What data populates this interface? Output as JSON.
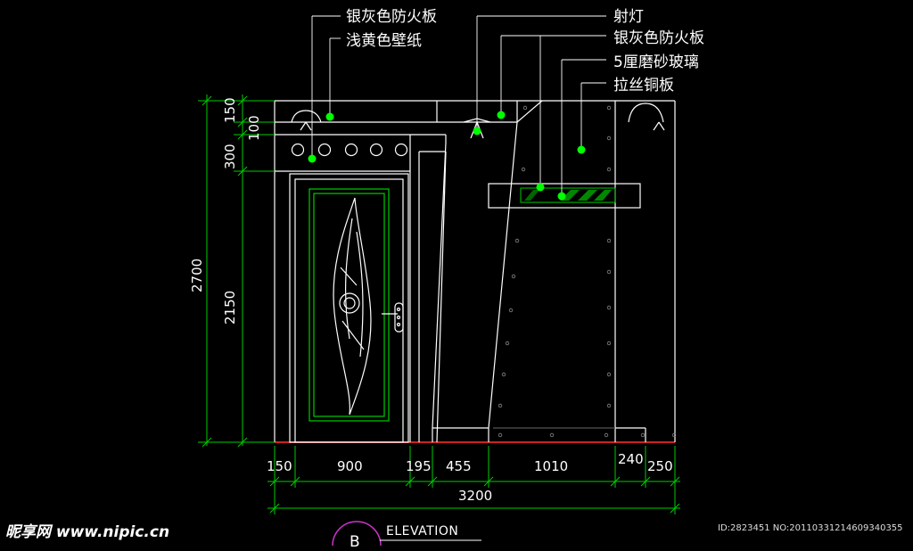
{
  "callouts": {
    "silver_fireproof_board_1": "银灰色防火板",
    "light_yellow_wallpaper": "浅黄色壁纸",
    "spotlight": "射灯",
    "silver_fireproof_board_2": "银灰色防火板",
    "frosted_glass": "5厘磨砂玻璃",
    "brushed_copper": "拉丝铜板"
  },
  "dims_horizontal": [
    "150",
    "900",
    "195",
    "455",
    "1010",
    "240",
    "250"
  ],
  "dim_total": "3200",
  "dims_vertical": {
    "d150": "150",
    "d100": "100",
    "d300": "300",
    "d2700": "2700",
    "d2150": "2150"
  },
  "elevation": {
    "marker": "B",
    "title": "ELEVATION"
  },
  "watermark": {
    "site": "昵享网 www.nipic.cn",
    "id": "ID:2823451 NO:20110331214609340355"
  },
  "colors": {
    "background": "#000000",
    "drawing": "#ffffff",
    "green": "#00ff00",
    "dim_green": "#00cc00",
    "red_line": "#cc2222",
    "magenta": "#cc33cc"
  }
}
